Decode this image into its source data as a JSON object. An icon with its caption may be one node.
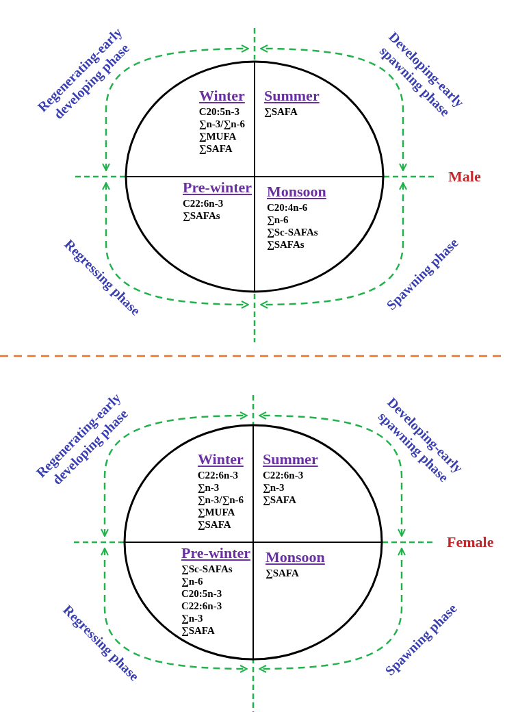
{
  "diagram": {
    "nodes": [
      {
        "text": [],
        "shape": "circle"
      },
      {
        "text": [
          "Winter",
          "C20:5n-3",
          "∑n-3/∑n-6",
          "∑MUFA",
          "∑SAFA"
        ],
        "in": 0
      },
      {
        "text": [
          "Summer",
          "∑SAFA"
        ],
        "in": 0
      },
      {
        "text": [
          "Pre-winter",
          "C22:6n-3",
          "∑SAFAs"
        ],
        "in": 0
      },
      {
        "text": [
          "Monsoon",
          "C20:4n-6",
          "∑n-6",
          "∑Sc-SAFAs",
          "∑SAFAs"
        ],
        "in": 0
      },
      {
        "text": [],
        "shape": "circle"
      },
      {
        "text": [
          "Winter",
          "C22:6n-3",
          "∑n-3",
          "∑n-3/∑n-6",
          "∑MUFA",
          "∑SAFA"
        ],
        "in": 5
      },
      {
        "text": [
          "Summer",
          "C22:6n-3",
          "∑n-3",
          "∑SAFA"
        ],
        "in": 5
      },
      {
        "text": [
          "Pre-winter",
          "∑Sc-SAFAs",
          "∑n-6",
          "C20:5n-3",
          "C22:6n-3",
          "∑n-3",
          "∑SAFA"
        ],
        "in": 5
      },
      {
        "text": [
          "Monsoon",
          "∑SAFA"
        ],
        "in": 5
      }
    ],
    "labels": [
      "Regenerating-early developing phase",
      "Developing-early spawning phase",
      "Male",
      "Regressing phase",
      "Spawning phase",
      "Regenerating-early developing phase",
      "Developing-early spawning phase",
      "Female",
      "Regressing phase",
      "Spawning phase"
    ]
  }
}
